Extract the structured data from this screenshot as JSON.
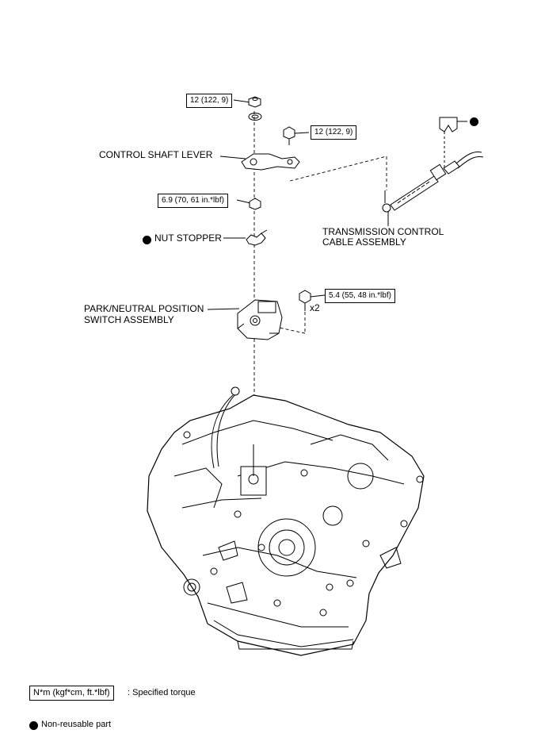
{
  "labels": {
    "control_shaft_lever": "CONTROL SHAFT LEVER",
    "nut_stopper": "NUT STOPPER",
    "transmission_control_cable": [
      "TRANSMISSION CONTROL",
      "CABLE ASSEMBLY"
    ],
    "park_neutral_switch": [
      "PARK/NEUTRAL POSITION",
      "SWITCH ASSEMBLY"
    ],
    "qty_x2": "x2"
  },
  "torques": {
    "top_nut": "12 (122, 9)",
    "cable_nut": "12 (122, 9)",
    "lever_nut": "6.9 (70, 61 in.*lbf)",
    "switch_bolt": "5.4 (55, 48 in.*lbf)"
  },
  "legend": {
    "torque_unit": "N*m (kgf*cm, ft.*lbf)",
    "torque_desc": ": Specified torque",
    "nonreusable_desc": "Non-reusable part"
  }
}
